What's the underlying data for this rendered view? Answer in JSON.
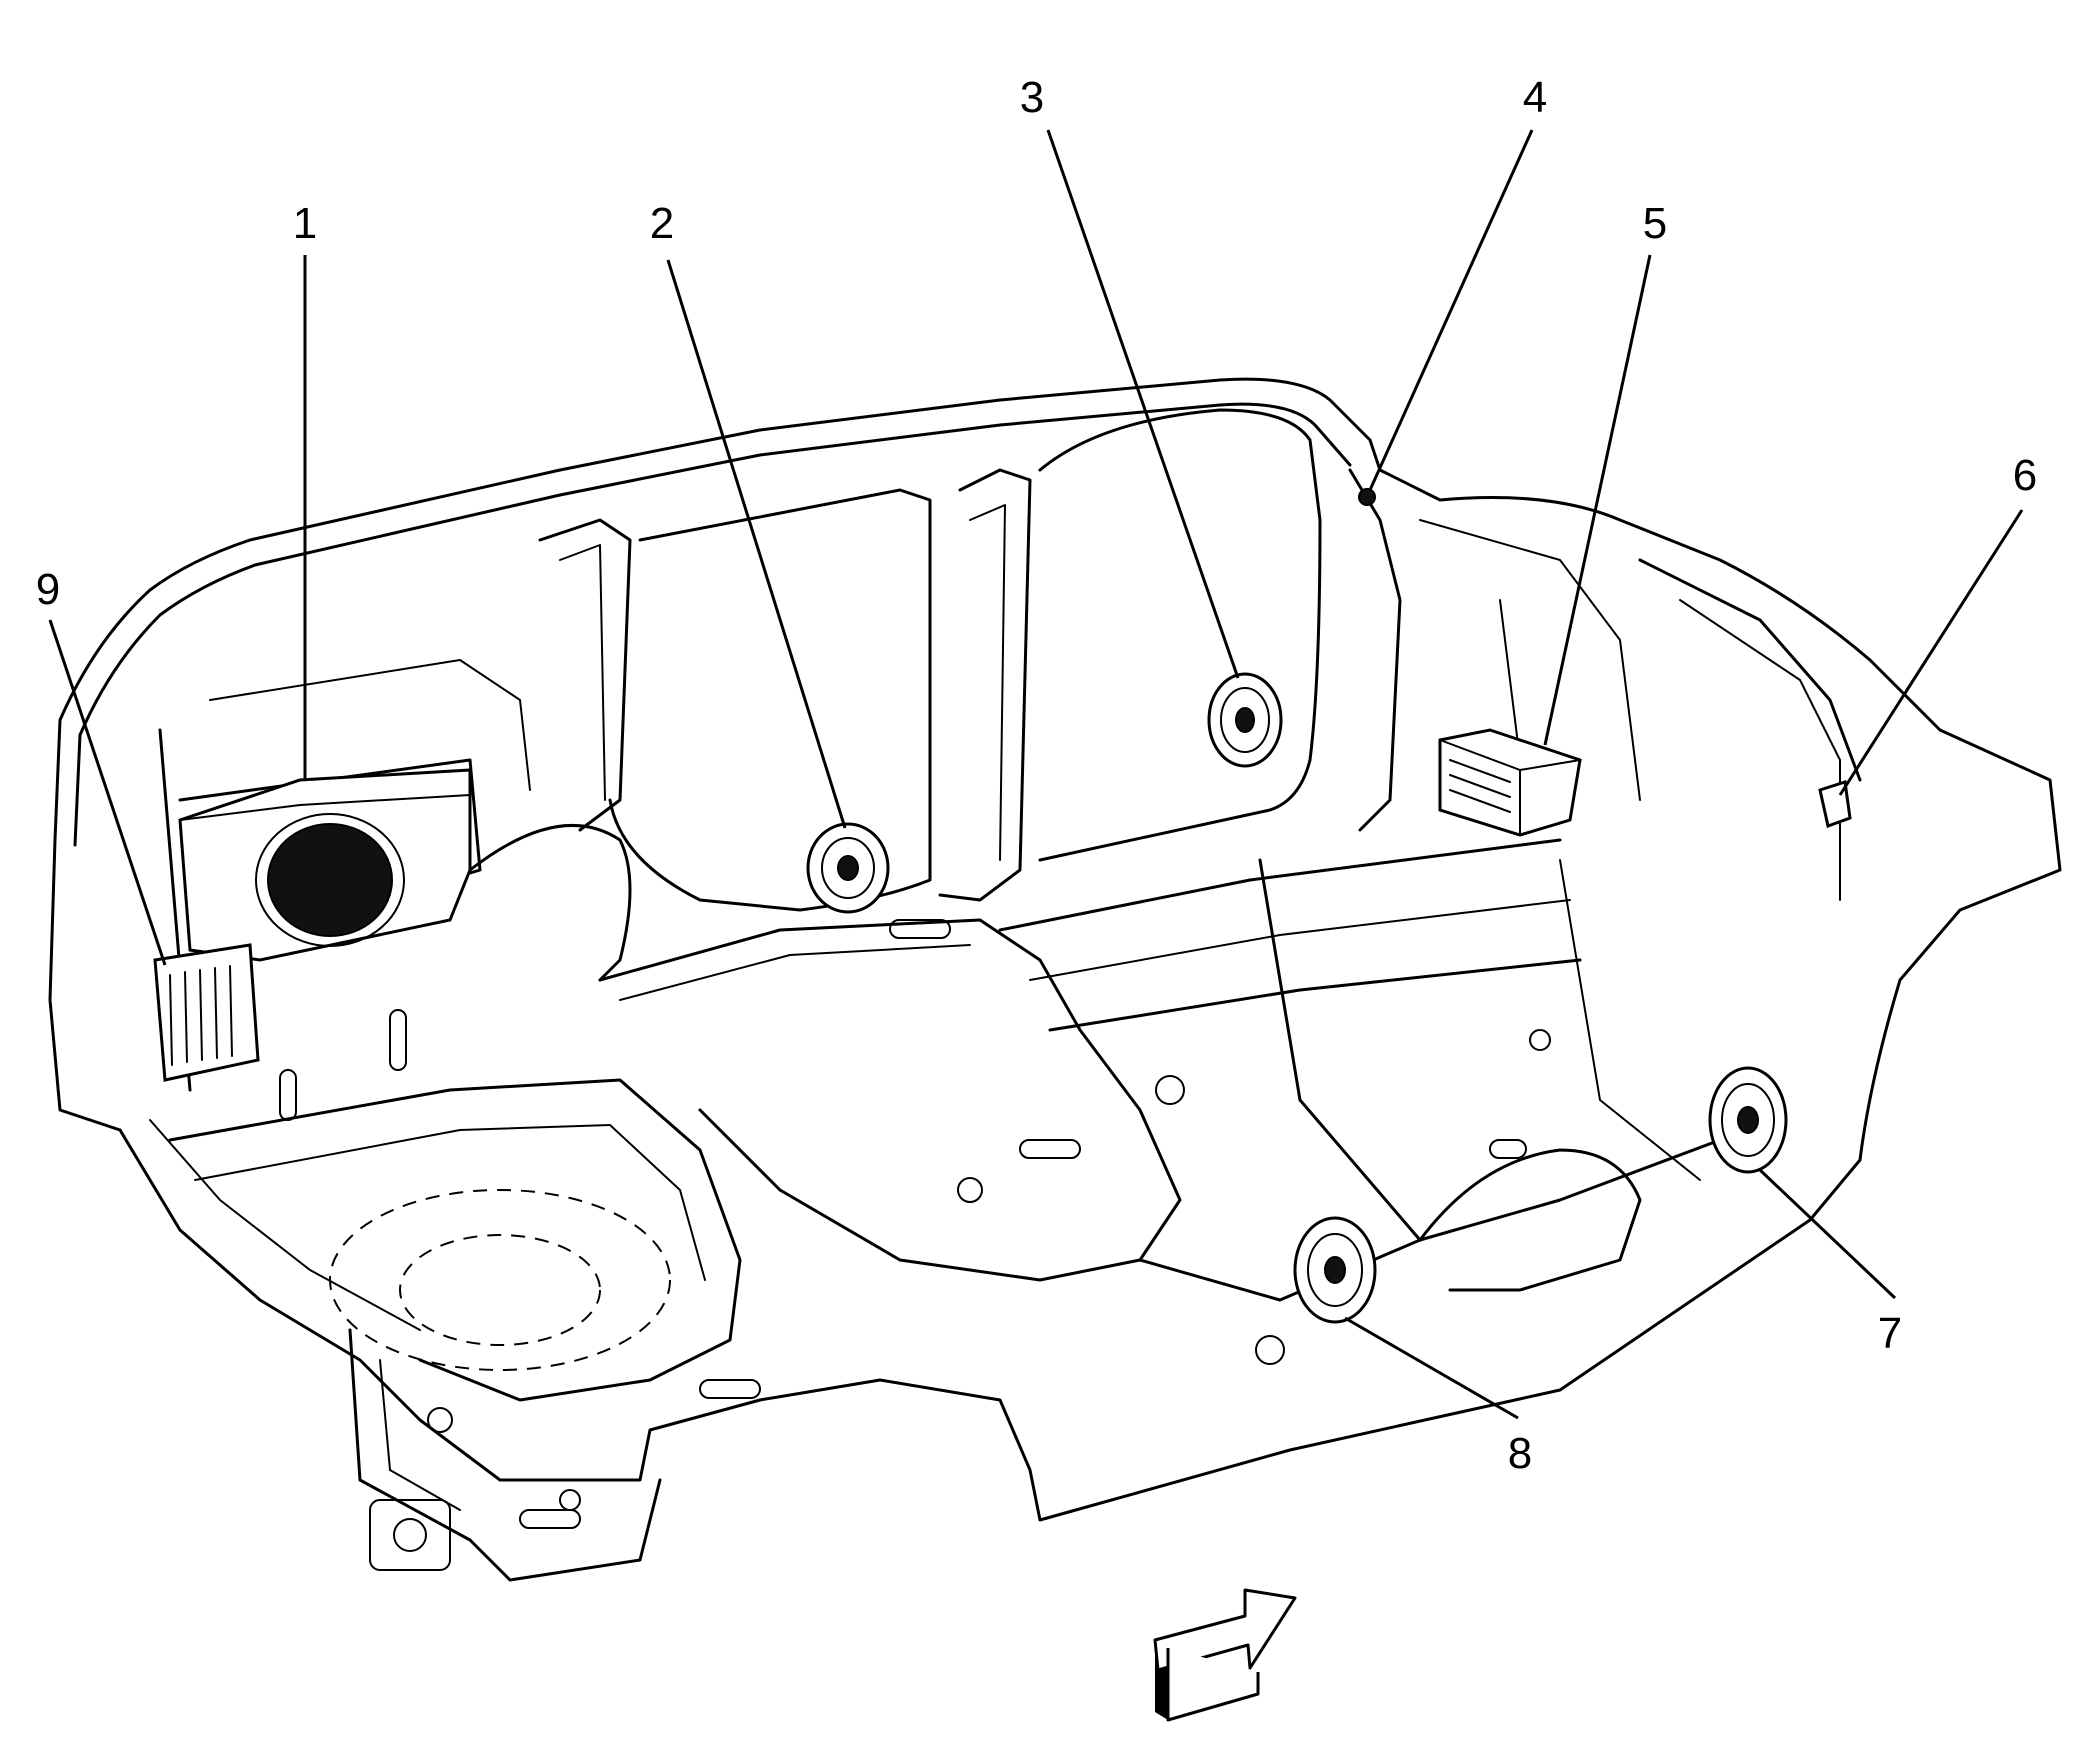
{
  "callouts": [
    {
      "id": "1",
      "label": "1"
    },
    {
      "id": "2",
      "label": "2"
    },
    {
      "id": "3",
      "label": "3"
    },
    {
      "id": "4",
      "label": "4"
    },
    {
      "id": "5",
      "label": "5"
    },
    {
      "id": "6",
      "label": "6"
    },
    {
      "id": "7",
      "label": "7"
    },
    {
      "id": "8",
      "label": "8"
    },
    {
      "id": "9",
      "label": "9"
    }
  ],
  "colors": {
    "line": "#000000",
    "background": "#ffffff"
  },
  "icons": {
    "direction": "forward-arrow-icon"
  }
}
